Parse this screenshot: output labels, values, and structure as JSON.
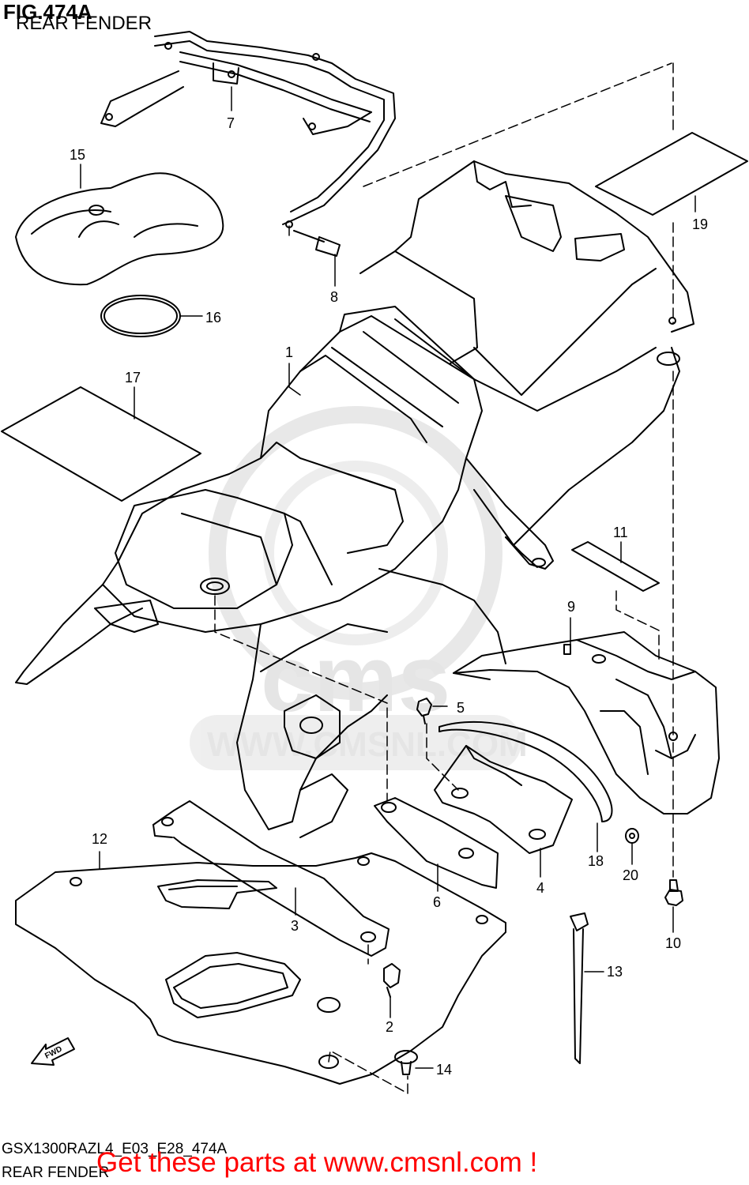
{
  "figure": {
    "title": "FIG.474A",
    "subtitle": "REAR FENDER",
    "model_code": "GSX1300RAZL4_E03_E28_474A",
    "section_name": "REAR FENDER"
  },
  "watermark": {
    "text": "WWW.CMSNL.COM",
    "logo_text": "cms"
  },
  "promo": {
    "text": "Get these parts at www.cmsnl.com !",
    "color": "#ff0000"
  },
  "fwd_badge": {
    "text": "FWD"
  },
  "callouts": [
    {
      "id": "1",
      "label": "1"
    },
    {
      "id": "2",
      "label": "2"
    },
    {
      "id": "3",
      "label": "3"
    },
    {
      "id": "4",
      "label": "4"
    },
    {
      "id": "5",
      "label": "5"
    },
    {
      "id": "6",
      "label": "6"
    },
    {
      "id": "7",
      "label": "7"
    },
    {
      "id": "8",
      "label": "8"
    },
    {
      "id": "9",
      "label": "9"
    },
    {
      "id": "10",
      "label": "10"
    },
    {
      "id": "11",
      "label": "11"
    },
    {
      "id": "12",
      "label": "12"
    },
    {
      "id": "13",
      "label": "13"
    },
    {
      "id": "14",
      "label": "14"
    },
    {
      "id": "15",
      "label": "15"
    },
    {
      "id": "16",
      "label": "16"
    },
    {
      "id": "17",
      "label": "17"
    },
    {
      "id": "18",
      "label": "18"
    },
    {
      "id": "19",
      "label": "19"
    },
    {
      "id": "20",
      "label": "20"
    }
  ]
}
